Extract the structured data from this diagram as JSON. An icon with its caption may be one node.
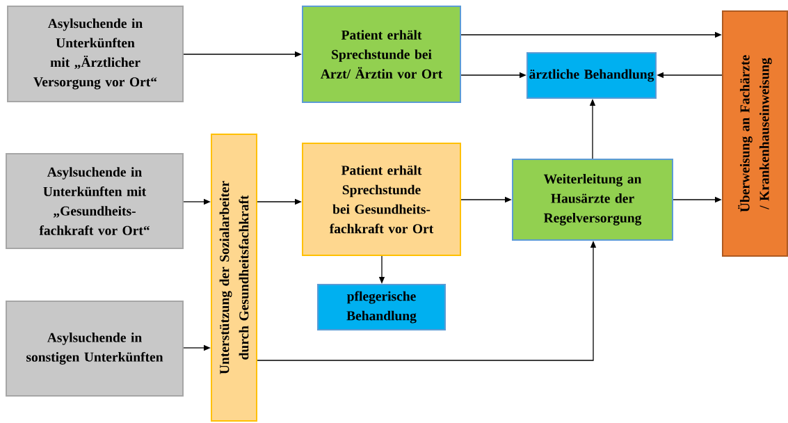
{
  "diagram": {
    "nodes": [
      {
        "text": [
          "Asylsuchende in Unterkünften mit „Ärztlicher Versorgung vor Ort“"
        ]
      },
      {
        "text": [
          "Asylsuchende in Unterkünften mit „Gesundheits- fachkraft vor Ort“"
        ]
      },
      {
        "text": [
          "Asylsuchende in sonstigen Unterkünften"
        ]
      },
      {
        "text": [
          "Unterstützung der Sozialarbeiter durch Gesundheitsfachkraft"
        ]
      },
      {
        "text": [
          "Patient erhält Sprechstunde bei Arzt/ Ärztin vor Ort"
        ]
      },
      {
        "text": [
          "Patient erhält Sprechstunde bei Gesundheits- fachkraft vor Ort"
        ]
      },
      {
        "text": [
          "pflegerische Behandlung"
        ]
      },
      {
        "text": [
          "ärztliche Behandlung"
        ]
      },
      {
        "text": [
          "Weiterleitung an Hausärzte der Regelversorgung"
        ]
      },
      {
        "text": [
          "Überweisung an Fachärzte / Krankenhauseinweisung"
        ]
      }
    ],
    "edges": [
      {
        "from": 0,
        "to": 4,
        "arrow": "to"
      },
      {
        "from": 1,
        "to": 3,
        "arrow": "to"
      },
      {
        "from": 2,
        "to": 3,
        "arrow": "to"
      },
      {
        "from": 3,
        "to": 5,
        "arrow": "to"
      },
      {
        "from": 4,
        "to": 9,
        "arrow": "to"
      },
      {
        "from": 4,
        "to": 7,
        "arrow": "to"
      },
      {
        "from": 9,
        "to": 7,
        "arrow": "to"
      },
      {
        "from": 5,
        "to": 8,
        "arrow": "to"
      },
      {
        "from": 5,
        "to": 6,
        "arrow": "to"
      },
      {
        "from": 8,
        "to": 7,
        "arrow": "to"
      },
      {
        "from": 8,
        "to": 9,
        "arrow": "to"
      },
      {
        "from": 3,
        "to": 8,
        "arrow": "to"
      }
    ]
  }
}
